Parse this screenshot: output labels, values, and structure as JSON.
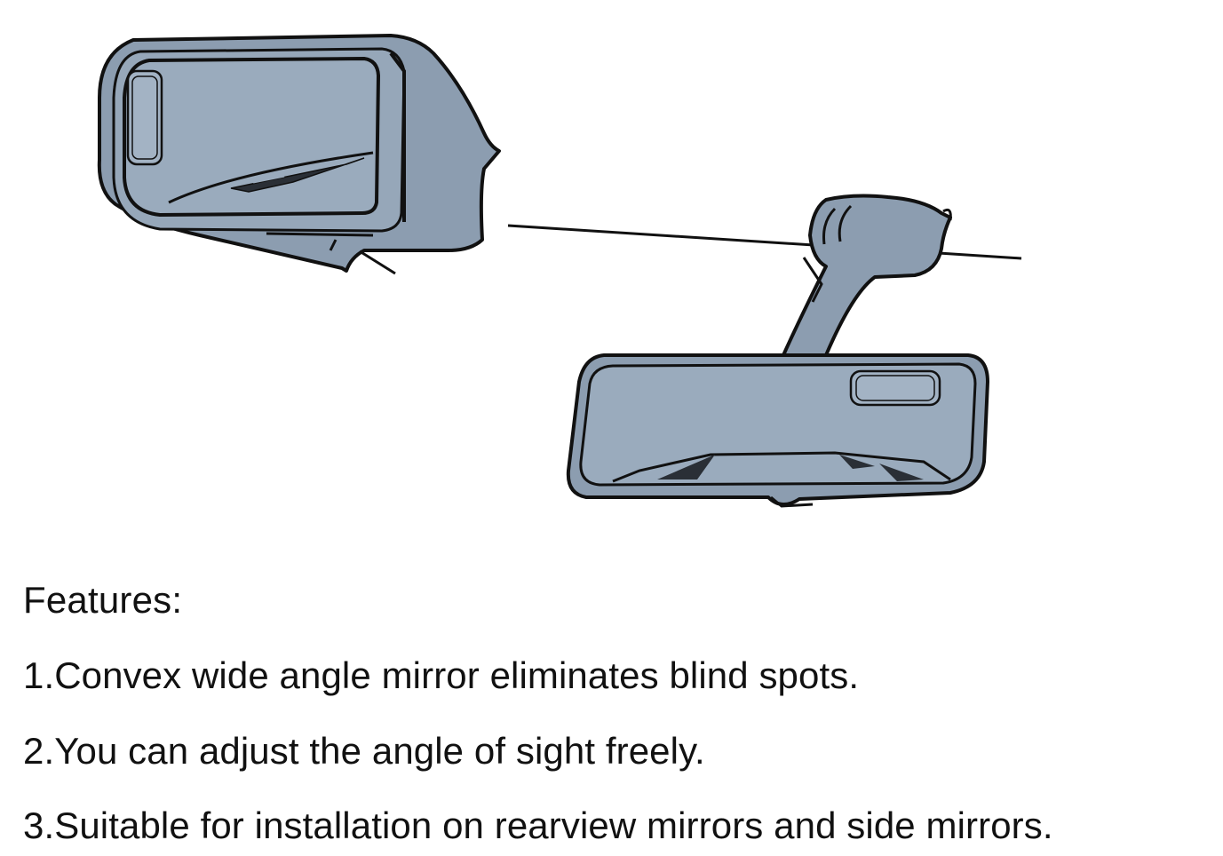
{
  "colors": {
    "mirror_fill": "#8c9db0",
    "mirror_glass": "#9aabbd",
    "outline": "#111111",
    "background": "#ffffff"
  },
  "illustration": {
    "side_mirror_icon": "side-mirror-icon",
    "rearview_mirror_icon": "rearview-mirror-icon",
    "blind_spot_mirror_icon": "blind-spot-mirror-icon"
  },
  "features": {
    "heading": "Features:",
    "items": [
      "1.Convex wide angle mirror eliminates blind spots.",
      "2.You can adjust the angle of sight freely.",
      "3.Suitable for installation on rearview mirrors and side mirrors."
    ]
  }
}
